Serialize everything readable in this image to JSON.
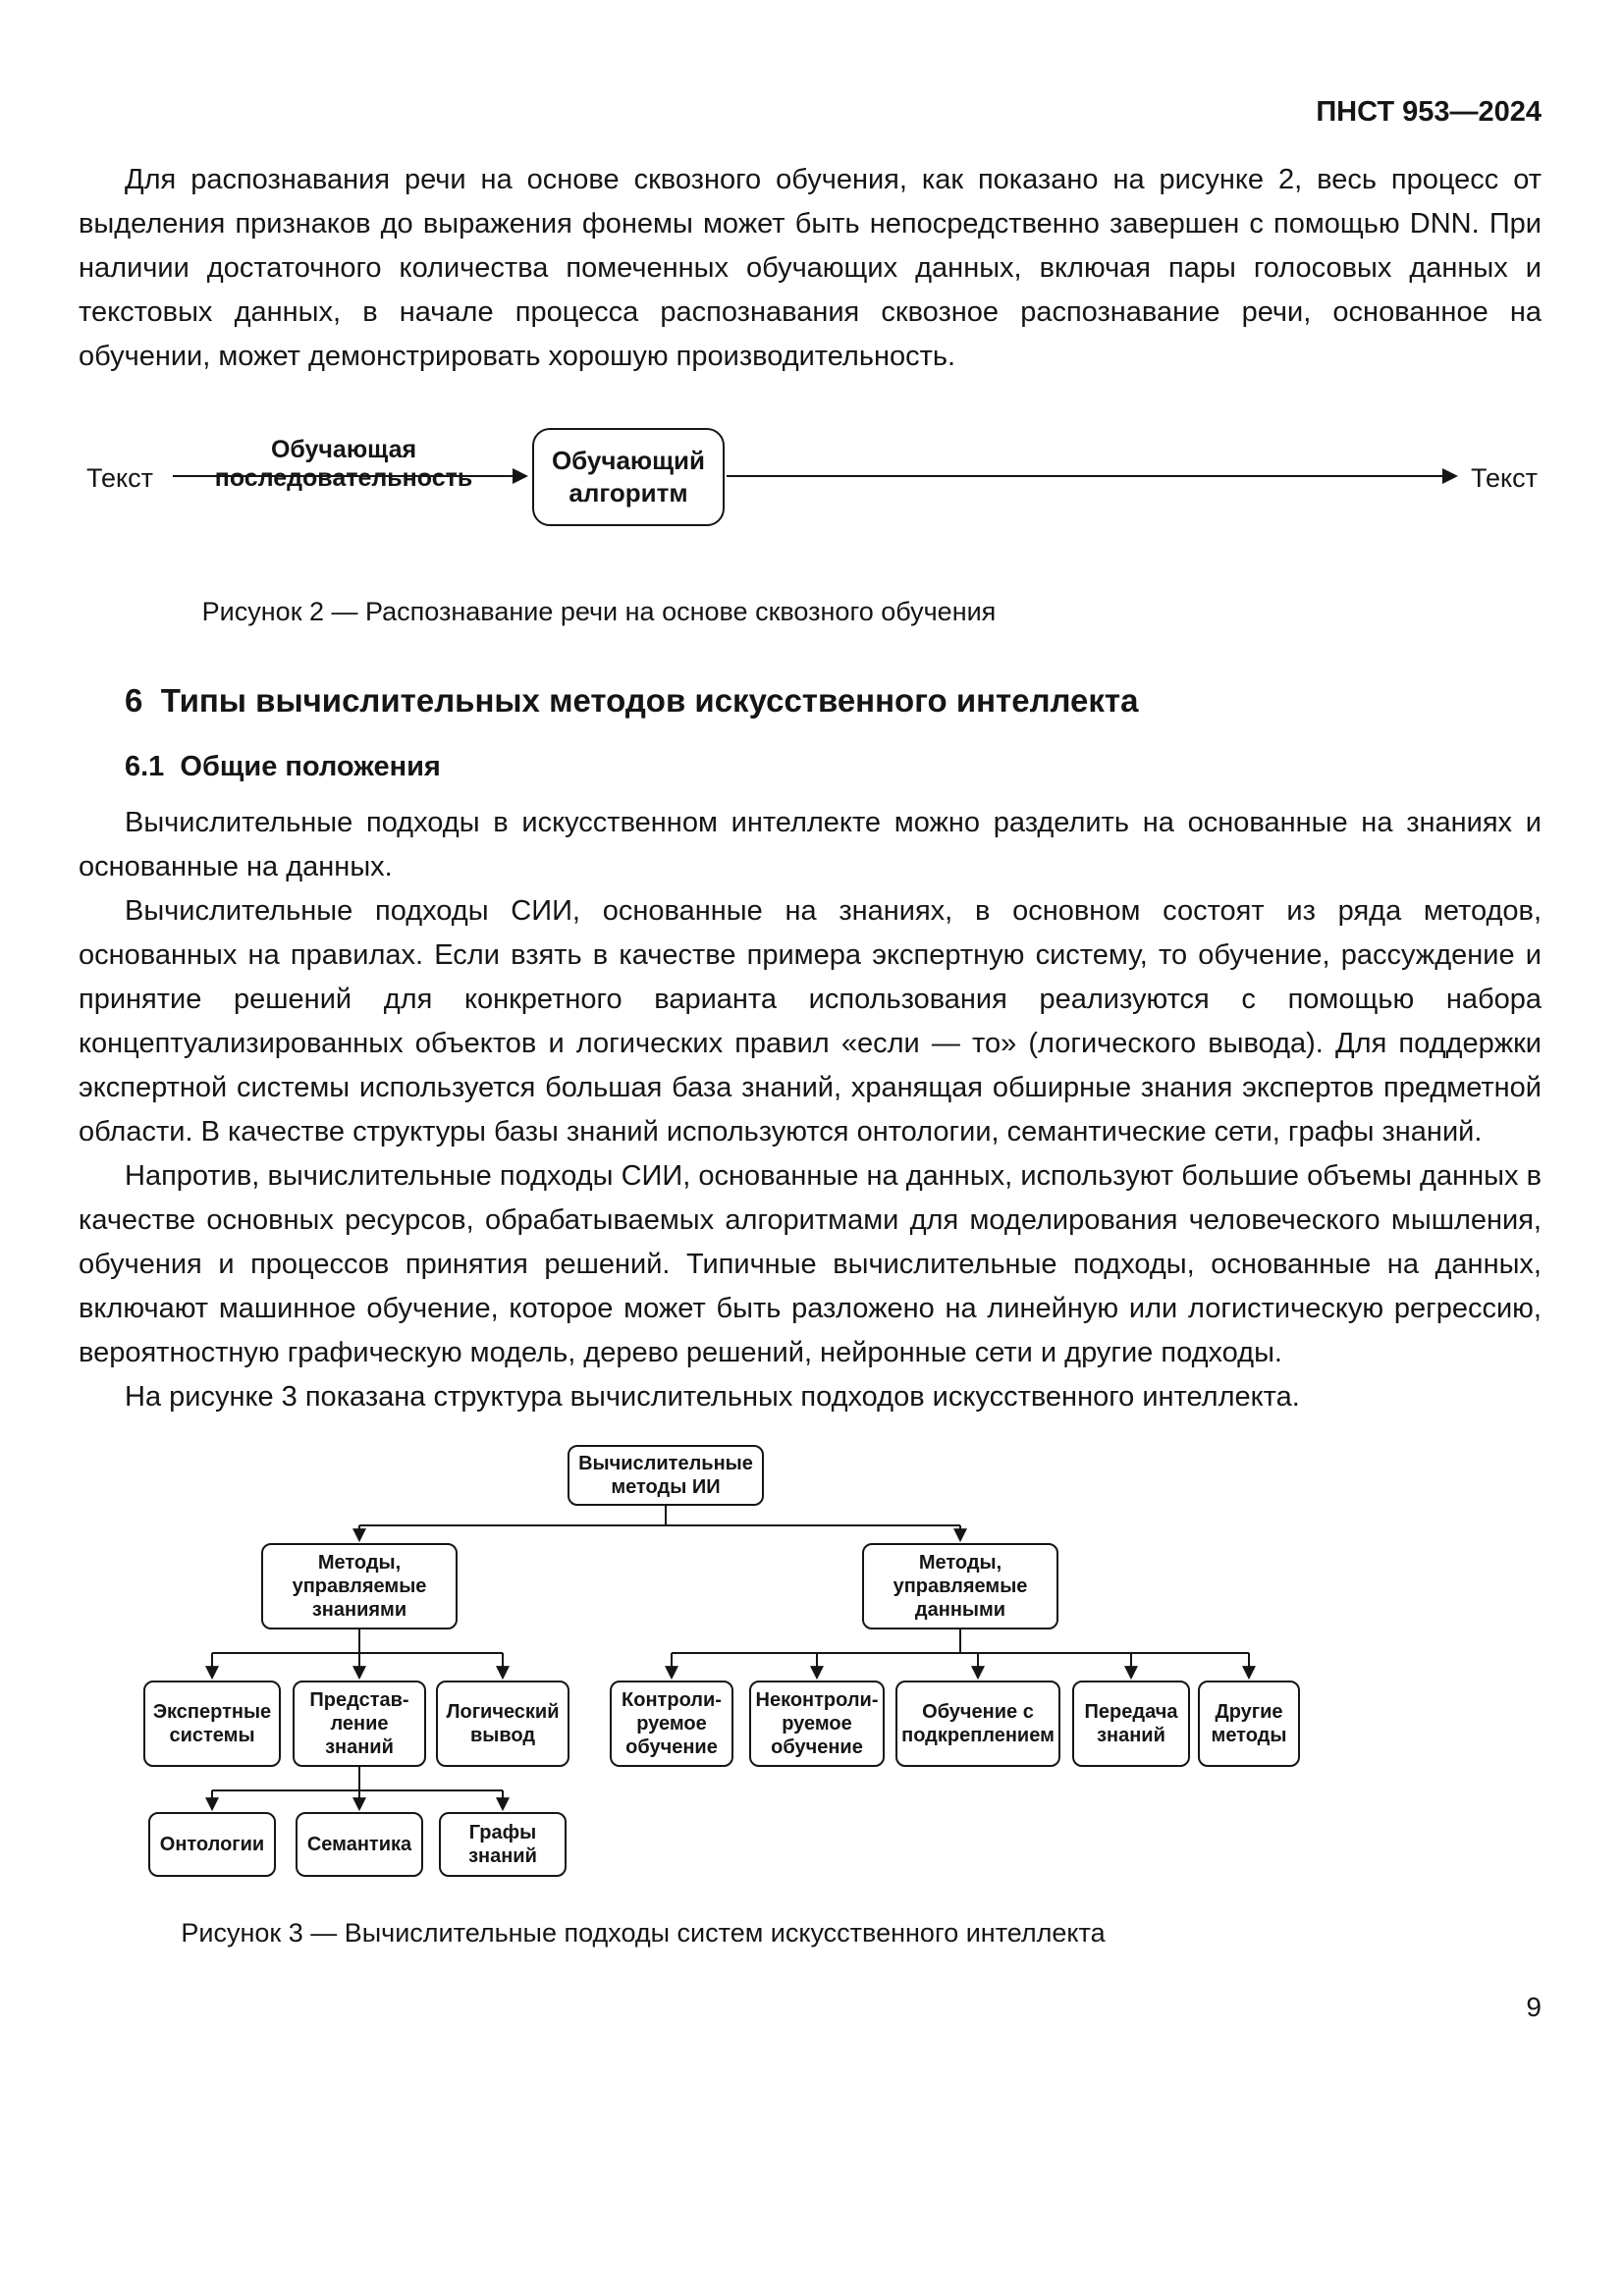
{
  "header": {
    "doc_code": "ПНСТ 953—2024"
  },
  "paragraphs": {
    "p1": "Для распознавания речи на основе сквозного обучения, как показано на рисунке 2, весь процесс от выделения признаков до выражения фонемы может быть непосредственно завершен с помощью DNN. При наличии достаточного количества помеченных обучающих данных, включая пары голосовых данных и текстовых данных, в начале процесса распознавания сквозное распознавание речи, основанное на обучении, может демонстрировать хорошую производительность.",
    "p2": "Вычислительные подходы в искусственном интеллекте можно разделить на основанные на знаниях и основанные на данных.",
    "p3": "Вычислительные подходы СИИ, основанные на знаниях, в основном состоят из ряда методов, основанных на правилах. Если взять в качестве примера экспертную систему, то обучение, рассуждение и принятие решений для конкретного варианта использования реализуются с помощью набора концептуализированных объектов и логических правил «если — то» (логического вывода). Для поддержки экспертной системы используется большая база знаний, хранящая обширные знания экспертов предметной области. В качестве структуры базы знаний используются онтологии, семантические сети, графы знаний.",
    "p4": "Напротив, вычислительные подходы СИИ, основанные на данных, используют большие объемы данных в качестве основных ресурсов, обрабатываемых алгоритмами для моделирования человеческого мышления, обучения и процессов принятия решений. Типичные вычислительные подходы, основанные на данных, включают машинное обучение, которое может быть разложено на линейную или логистическую регрессию, вероятностную графическую модель, дерево решений, нейронные сети и другие подходы.",
    "p5": "На рисунке 3 показана структура вычислительных подходов искусственного интеллекта."
  },
  "figure2": {
    "left_label": "Текст",
    "arrow_label": "Обучающая последовательность",
    "box_label": "Обучающий\nалгоритм",
    "right_label": "Текст",
    "caption": "Рисунок 2 — Распознавание речи на основе сквозного обучения"
  },
  "section": {
    "h2": "6  Типы вычислительных методов искусственного интеллекта",
    "h3": "6.1  Общие положения"
  },
  "figure3": {
    "root": "Вычислительные\nметоды ИИ",
    "level2": {
      "knowledge": "Методы,\nуправляемые\nзнаниями",
      "data": "Методы,\nуправляемые\nданными"
    },
    "level3": {
      "expert_systems": "Экспертные\nсистемы",
      "knowledge_representation": "Представ-\nление знаний",
      "logical_inference": "Логический\nвывод",
      "supervised": "Контроли-\nруемое\nобучение",
      "unsupervised": "Неконтроли-\nруемое\nобучение",
      "reinforcement": "Обучение с\nподкреплением",
      "transfer": "Передача\nзнаний",
      "other": "Другие\nметоды"
    },
    "level4": {
      "ontologies": "Онтологии",
      "semantics": "Семантика",
      "knowledge_graphs": "Графы\nзнаний"
    },
    "caption": "Рисунок 3 — Вычислительные подходы систем искусственного интеллекта"
  },
  "footer": {
    "page_number": "9"
  }
}
